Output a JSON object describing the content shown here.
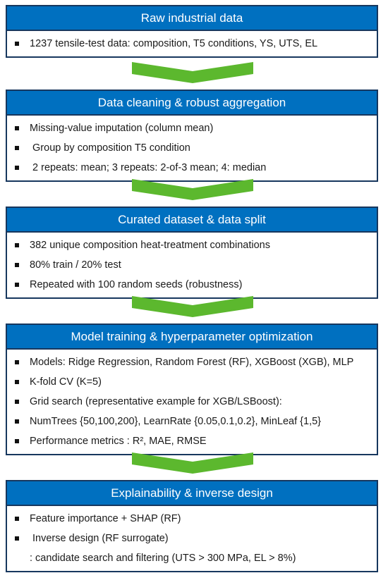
{
  "colors": {
    "header_fill": "#0070c0",
    "border": "#17375e",
    "arrow": "#5cb82e"
  },
  "blocks": [
    {
      "title": "Raw industrial data",
      "items": [
        {
          "text": "1237 tensile-test data: composition, T5 conditions, YS, UTS, EL",
          "bullet": true
        }
      ]
    },
    {
      "title": "Data cleaning & robust aggregation",
      "items": [
        {
          "text": "Missing-value imputation (column mean)",
          "bullet": true
        },
        {
          "text": " Group by composition T5 condition",
          "bullet": true
        },
        {
          "text": " 2 repeats: mean; 3 repeats: 2-of-3 mean; 4: median",
          "bullet": true
        }
      ]
    },
    {
      "title": "Curated dataset & data split",
      "items": [
        {
          "text": "382 unique composition heat-treatment combinations",
          "bullet": true
        },
        {
          "text": "80% train / 20% test",
          "bullet": true
        },
        {
          "text": "Repeated with 100 random seeds (robustness)",
          "bullet": true
        }
      ]
    },
    {
      "title": "Model training & hyperparameter optimization",
      "items": [
        {
          "text": "Models: Ridge Regression, Random Forest (RF), XGBoost (XGB), MLP",
          "bullet": true
        },
        {
          "text": "K-fold CV (K=5)",
          "bullet": true
        },
        {
          "text": "Grid search (representative example for XGB/LSBoost):",
          "bullet": true
        },
        {
          "text": "NumTrees {50,100,200}, LearnRate {0.05,0.1,0.2}, MinLeaf {1,5}",
          "bullet": true
        },
        {
          "text": "Performance metrics : R², MAE, RMSE",
          "bullet": true
        }
      ]
    },
    {
      "title": "Explainability & inverse design",
      "items": [
        {
          "text": "Feature importance + SHAP (RF)",
          "bullet": true
        },
        {
          "text": " Inverse design (RF surrogate)",
          "bullet": true
        },
        {
          "text": ": candidate search and filtering (UTS > 300 MPa, EL > 8%)",
          "bullet": false
        }
      ]
    }
  ]
}
